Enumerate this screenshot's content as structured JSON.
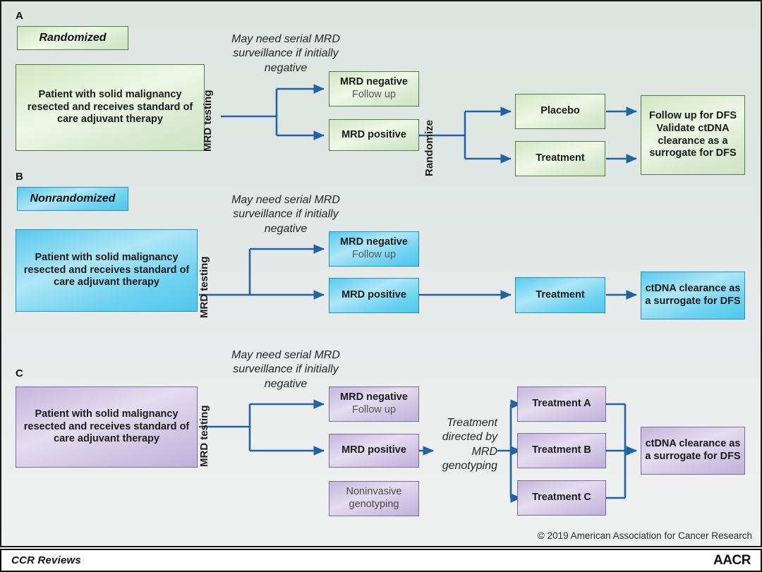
{
  "figure": {
    "background_color": "#e3e8e6",
    "line_color": "#1f62a8",
    "footer": {
      "left_label": "CCR Reviews",
      "right_label": "AACR"
    },
    "copyright": "© 2019 American Association for Cancer Research"
  },
  "panels": [
    {
      "letter": "A",
      "tag": "Randomized",
      "color": "#cfe4c4",
      "nodes": {
        "start": "Patient with solid malignancy resected and receives standard of care adjuvant therapy",
        "mrd_testing_label": "MRD testing",
        "serial_note": "May need serial MRD surveillance if initially negative",
        "mrd_negative_title": "MRD negative",
        "mrd_negative_sub": "Follow up",
        "mrd_positive": "MRD positive",
        "randomize_label": "Randomize",
        "arm1": "Placebo",
        "arm2": "Treatment",
        "outcome": "Follow up for DFS Validate ctDNA clearance as a surrogate for DFS"
      }
    },
    {
      "letter": "B",
      "tag": "Nonrandomized",
      "color": "#5ecbee",
      "nodes": {
        "start": "Patient with solid malignancy resected and receives standard of care adjuvant therapy",
        "mrd_testing_label": "MRD testing",
        "serial_note": "May need serial MRD surveillance if initially negative",
        "mrd_negative_title": "MRD negative",
        "mrd_negative_sub": "Follow up",
        "mrd_positive": "MRD positive",
        "arm1": "Treatment",
        "outcome": "ctDNA clearance as a surrogate for DFS"
      }
    },
    {
      "letter": "C",
      "tag": "",
      "color": "#c6b9e0",
      "nodes": {
        "start": "Patient with solid malignancy resected and receives standard of care adjuvant therapy",
        "mrd_testing_label": "MRD testing",
        "serial_note": "May need serial MRD surveillance if initially negative",
        "mrd_negative_title": "MRD negative",
        "mrd_negative_sub": "Follow up",
        "mrd_positive": "MRD positive",
        "noninvasive": "Noninvasive genotyping",
        "directed_note": "Treatment directed by MRD genotyping",
        "arm_a": "Treatment A",
        "arm_b": "Treatment B",
        "arm_c": "Treatment C",
        "outcome": "ctDNA clearance as a surrogate for DFS"
      }
    }
  ]
}
